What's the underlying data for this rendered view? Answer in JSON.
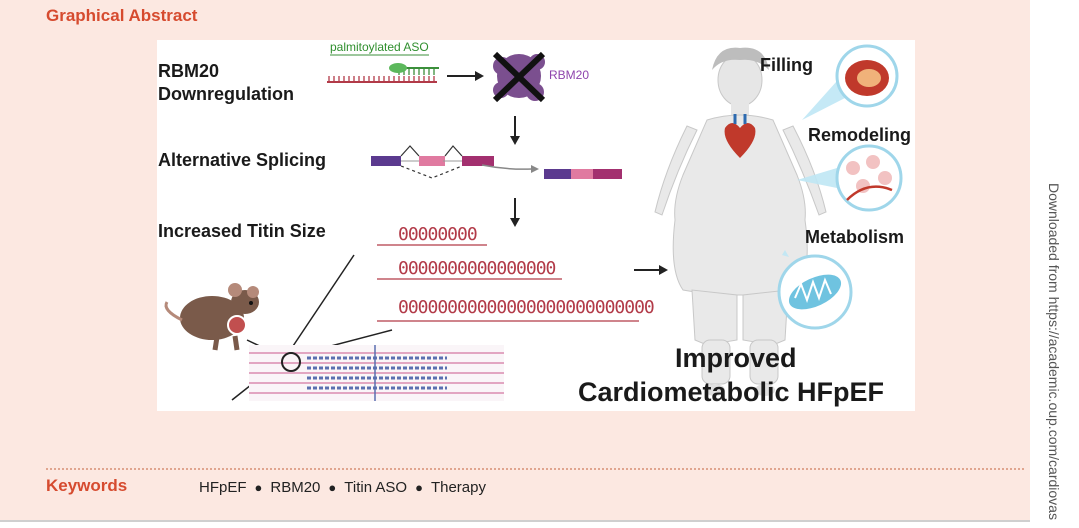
{
  "header": {
    "title": "Graphical Abstract"
  },
  "figure": {
    "aso_label": "palmitoylated ASO",
    "rbm20_protein_label": "RBM20",
    "steps": [
      "RBM20",
      "Downregulation",
      "Alternative Splicing",
      "Increased Titin Size"
    ],
    "outcomes": [
      "Filling",
      "Remodeling",
      "Metabolism"
    ],
    "result_line1": "Improved",
    "result_line2": "Cardiometabolic HFpEF",
    "titin_coils": [
      "00000000",
      "0000000000000000",
      "00000000000000000000000000"
    ]
  },
  "sidebar_note": "Downloaded from https://academic.oup.com/cardiovas",
  "keywords": {
    "label": "Keywords",
    "items": [
      "HFpEF",
      "RBM20",
      "Titin ASO",
      "Therapy"
    ]
  }
}
